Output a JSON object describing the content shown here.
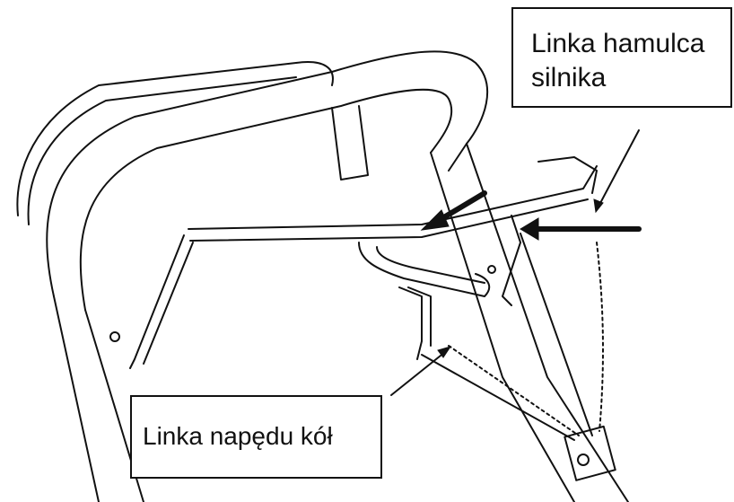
{
  "labels": {
    "brake_cable": {
      "line1": "Linka hamulca",
      "line2": "silnika"
    },
    "drive_cable": {
      "text": "Linka napędu kół"
    }
  },
  "colors": {
    "line": "#111111",
    "background": "#ffffff"
  }
}
